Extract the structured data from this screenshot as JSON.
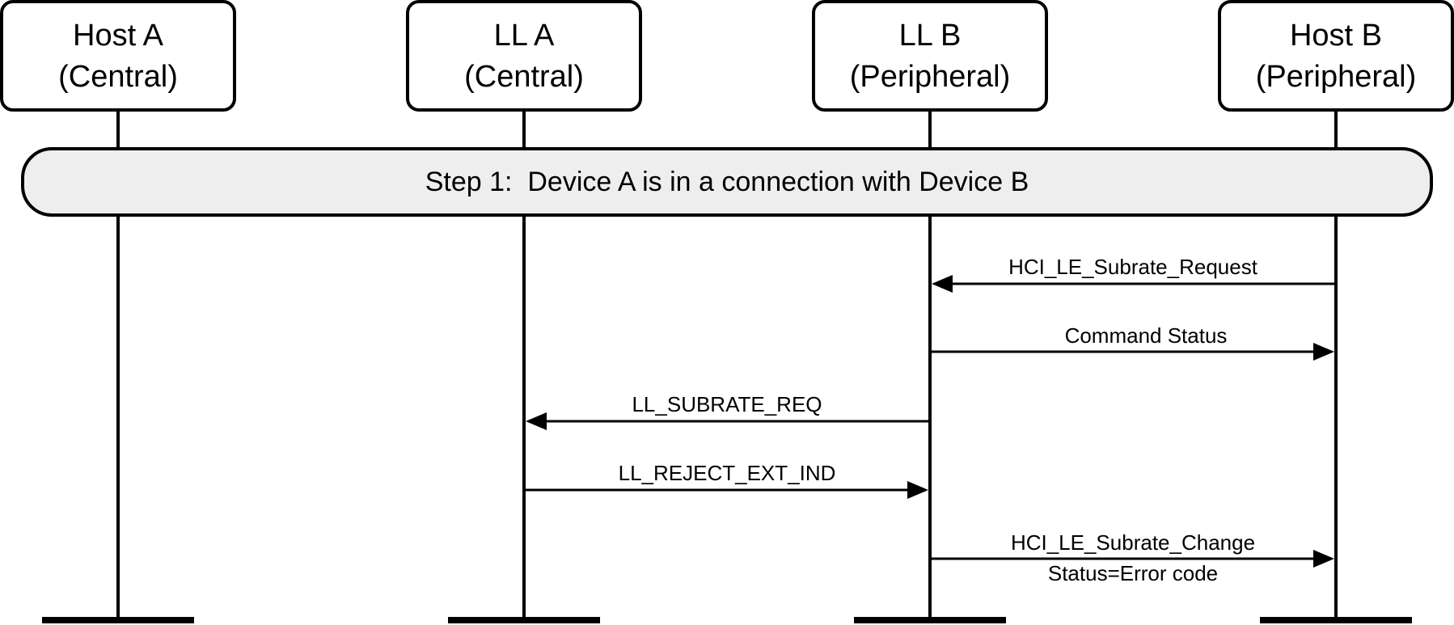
{
  "actors": [
    {
      "id": "host-a",
      "name": "Host A",
      "role": "(Central)"
    },
    {
      "id": "ll-a",
      "name": "LL A",
      "role": "(Central)"
    },
    {
      "id": "ll-b",
      "name": "LL B",
      "role": "(Peripheral)"
    },
    {
      "id": "host-b",
      "name": "Host B",
      "role": "(Peripheral)"
    }
  ],
  "step": {
    "label": "Step 1:  Device A is in a connection with Device B"
  },
  "messages": [
    {
      "id": "hci-le-subrate-request",
      "from": "host-b",
      "to": "ll-b",
      "lines": [
        "HCI_LE_Subrate_Request"
      ]
    },
    {
      "id": "command-status",
      "from": "ll-b",
      "to": "host-b",
      "lines": [
        "Command Status"
      ]
    },
    {
      "id": "ll-subrate-req",
      "from": "ll-b",
      "to": "ll-a",
      "lines": [
        "LL_SUBRATE_REQ"
      ]
    },
    {
      "id": "ll-reject-ext-ind",
      "from": "ll-a",
      "to": "ll-b",
      "lines": [
        "LL_REJECT_EXT_IND"
      ]
    },
    {
      "id": "hci-le-subrate-change",
      "from": "ll-b",
      "to": "host-b",
      "lines": [
        "HCI_LE_Subrate_Change",
        "Status=Error code"
      ]
    }
  ],
  "colors": {
    "step_fill": "#eeeeee",
    "line": "#000000",
    "background": "#ffffff"
  }
}
